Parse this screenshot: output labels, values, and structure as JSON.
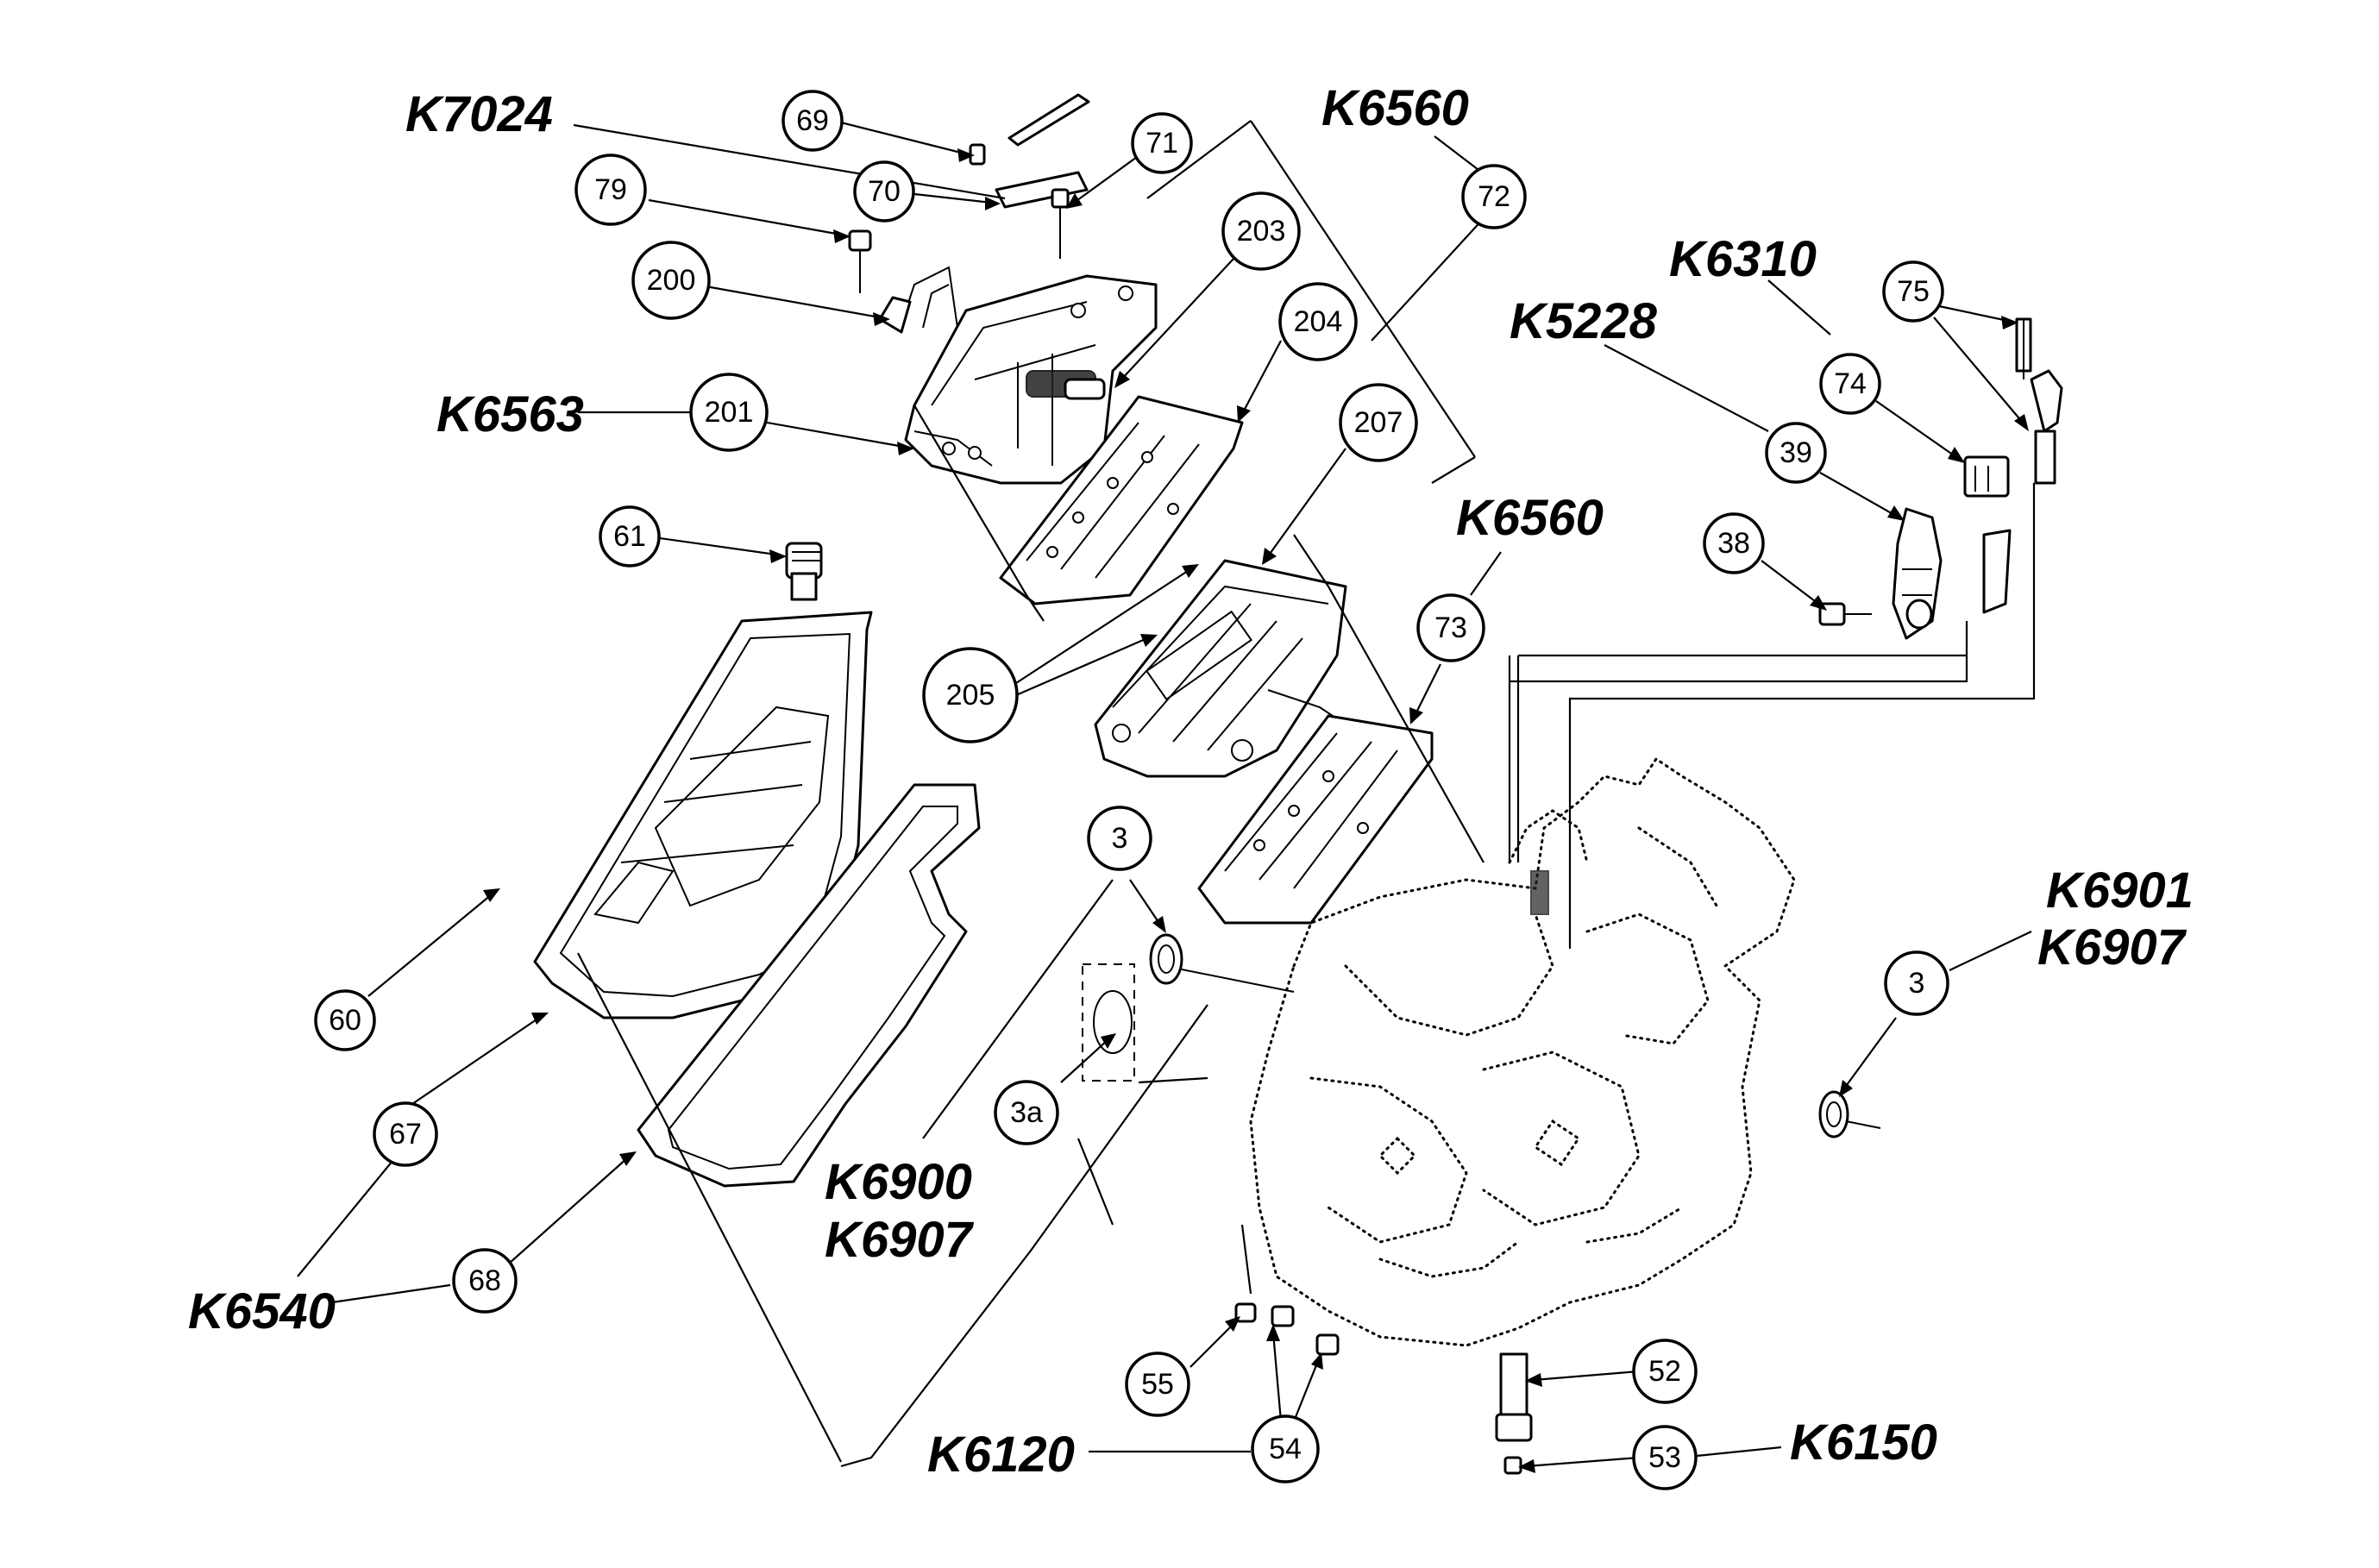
{
  "diagram": {
    "kcode_labels": [
      {
        "id": "k7024",
        "text": "K7024"
      },
      {
        "id": "k6560_top",
        "text": "K6560"
      },
      {
        "id": "k6563",
        "text": "K6563"
      },
      {
        "id": "k6310",
        "text": "K6310"
      },
      {
        "id": "k5228",
        "text": "K5228"
      },
      {
        "id": "k6560_mid",
        "text": "K6560"
      },
      {
        "id": "k6901",
        "text": "K6901"
      },
      {
        "id": "k6907_right",
        "text": "K6907"
      },
      {
        "id": "k6900",
        "text": "K6900"
      },
      {
        "id": "k6907_left",
        "text": "K6907"
      },
      {
        "id": "k6540",
        "text": "K6540"
      },
      {
        "id": "k6120",
        "text": "K6120"
      },
      {
        "id": "k6150",
        "text": "K6150"
      }
    ],
    "callouts": [
      {
        "id": "c69",
        "text": "69"
      },
      {
        "id": "c71",
        "text": "71"
      },
      {
        "id": "c70",
        "text": "70"
      },
      {
        "id": "c79",
        "text": "79"
      },
      {
        "id": "c203",
        "text": "203"
      },
      {
        "id": "c72",
        "text": "72"
      },
      {
        "id": "c200",
        "text": "200"
      },
      {
        "id": "c204",
        "text": "204"
      },
      {
        "id": "c201",
        "text": "201"
      },
      {
        "id": "c207",
        "text": "207"
      },
      {
        "id": "c61",
        "text": "61"
      },
      {
        "id": "c75",
        "text": "75"
      },
      {
        "id": "c74",
        "text": "74"
      },
      {
        "id": "c39",
        "text": "39"
      },
      {
        "id": "c38",
        "text": "38"
      },
      {
        "id": "c73",
        "text": "73"
      },
      {
        "id": "c205",
        "text": "205"
      },
      {
        "id": "c3_left",
        "text": "3"
      },
      {
        "id": "c3_right",
        "text": "3"
      },
      {
        "id": "c3a",
        "text": "3a"
      },
      {
        "id": "c60",
        "text": "60"
      },
      {
        "id": "c67",
        "text": "67"
      },
      {
        "id": "c68",
        "text": "68"
      },
      {
        "id": "c55",
        "text": "55"
      },
      {
        "id": "c54",
        "text": "54"
      },
      {
        "id": "c52",
        "text": "52"
      },
      {
        "id": "c53",
        "text": "53"
      }
    ]
  }
}
